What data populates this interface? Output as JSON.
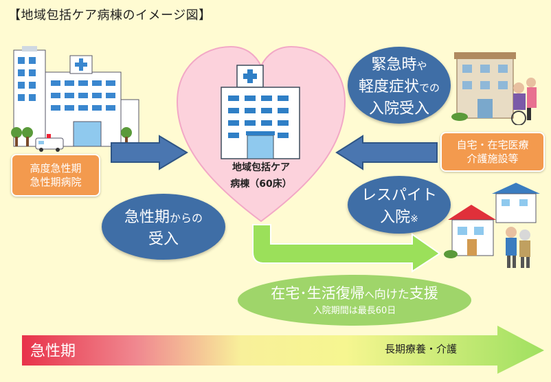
{
  "title": "【地域包括ケア病棟のイメージ図】",
  "center": {
    "line1": "地域包括ケア",
    "line2": "病棟（60床）"
  },
  "hospital_box": {
    "line1": "高度急性期",
    "line2": "急性期病院"
  },
  "home_box": {
    "line1": "自宅・在宅医療",
    "line2": "介護施設等"
  },
  "acute_ellipse": {
    "line1_main": "急性期",
    "line1_small": "からの",
    "line2": "受入"
  },
  "emergency_ellipse": {
    "l1_main": "緊急時",
    "l1_small": "や",
    "l2_main": "軽度症状",
    "l2_small": "での",
    "l3": "入院受入"
  },
  "respite_ellipse": {
    "line1": "レスパイト",
    "line2_main": "入院",
    "line2_small": "※"
  },
  "support_ellipse": {
    "p1": "在宅",
    "p2": "･",
    "p3": "生活復帰",
    "p4": "へ",
    "p5": "向けた",
    "p6": "支援",
    "line2": "入院期間は最長60日"
  },
  "bottom_bar": {
    "left": "急性期",
    "right": "長期療養・介護"
  },
  "colors": {
    "background": "#fffbd2",
    "orange": "#f39a4e",
    "blue": "#3f6ea6",
    "green": "#9fd56a",
    "heart": "#fcd2dc",
    "bar_start": "#e8334a",
    "bar_end": "#9fe060"
  }
}
